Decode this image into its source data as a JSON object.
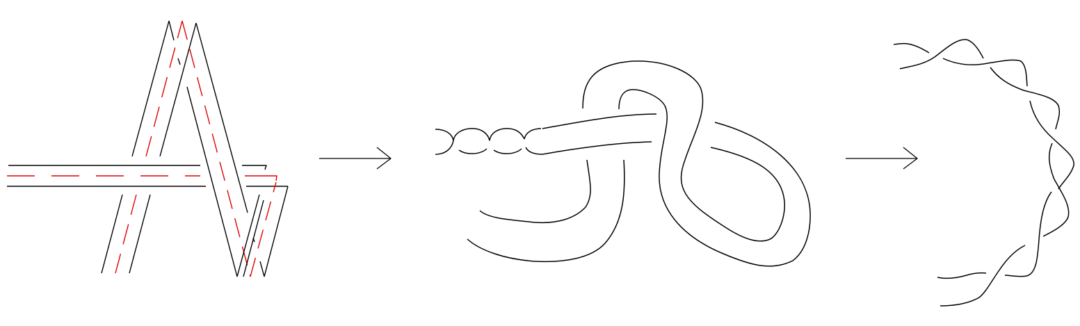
{
  "figure": {
    "panels": [
      {
        "id": "panel-1",
        "content": "ribbon-diagram"
      },
      {
        "id": "panel-2",
        "content": "knot-diagram"
      },
      {
        "id": "panel-3",
        "content": "twisted-band-circle"
      }
    ],
    "arrows": [
      {
        "from": "panel-1",
        "to": "panel-2"
      },
      {
        "from": "panel-2",
        "to": "panel-3"
      }
    ],
    "colors": {
      "stroke": "#000000",
      "dashed_core": "#e00000",
      "background": "#ffffff"
    }
  }
}
